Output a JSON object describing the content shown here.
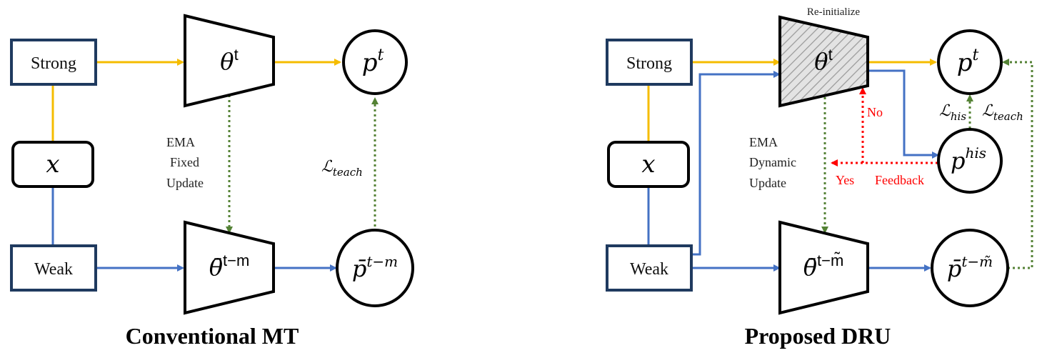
{
  "left": {
    "strong": "Strong",
    "x": "x",
    "weak": "Weak",
    "theta_t": {
      "sym": "θ",
      "sup": "t"
    },
    "theta_bar": {
      "sym": "θ̄",
      "sup": "t−m"
    },
    "p_t": {
      "sym": "p",
      "sup": "t"
    },
    "p_bar": {
      "sym": "p̄",
      "sup": "t−m"
    },
    "ema": [
      "EMA",
      "Fixed",
      "Update"
    ],
    "loss_teach": {
      "sym": "ℒ",
      "sub": "teach"
    },
    "caption": "Conventional MT"
  },
  "right": {
    "strong": "Strong",
    "x": "x",
    "weak": "Weak",
    "reinit": "Re-initialize",
    "theta_t": {
      "sym": "θ",
      "sup": "t"
    },
    "theta_bar": {
      "sym": "θ̄",
      "sup": "t−m̃"
    },
    "p_t": {
      "sym": "p",
      "sup": "t"
    },
    "p_his": {
      "sym": "p",
      "sup": "his"
    },
    "p_bar": {
      "sym": "p̄",
      "sup": "t−m̃"
    },
    "ema": [
      "EMA",
      "Dynamic",
      "Update"
    ],
    "no": "No",
    "yes": "Yes",
    "feedback": "Feedback",
    "loss_his": {
      "sym": "ℒ",
      "sub": "his"
    },
    "loss_teach": {
      "sym": "ℒ",
      "sub": "teach"
    },
    "caption": "Proposed DRU"
  },
  "colors": {
    "strong_path": "#f5bc00",
    "weak_path": "#4472c4",
    "ema_path": "#548235",
    "feedback": "#ff0000",
    "box_border": "#1f3a5f"
  }
}
